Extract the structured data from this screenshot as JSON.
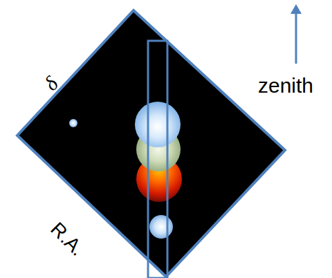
{
  "diagram": {
    "labels": [
      "δ",
      "R.A.",
      "zenith"
    ]
  }
}
